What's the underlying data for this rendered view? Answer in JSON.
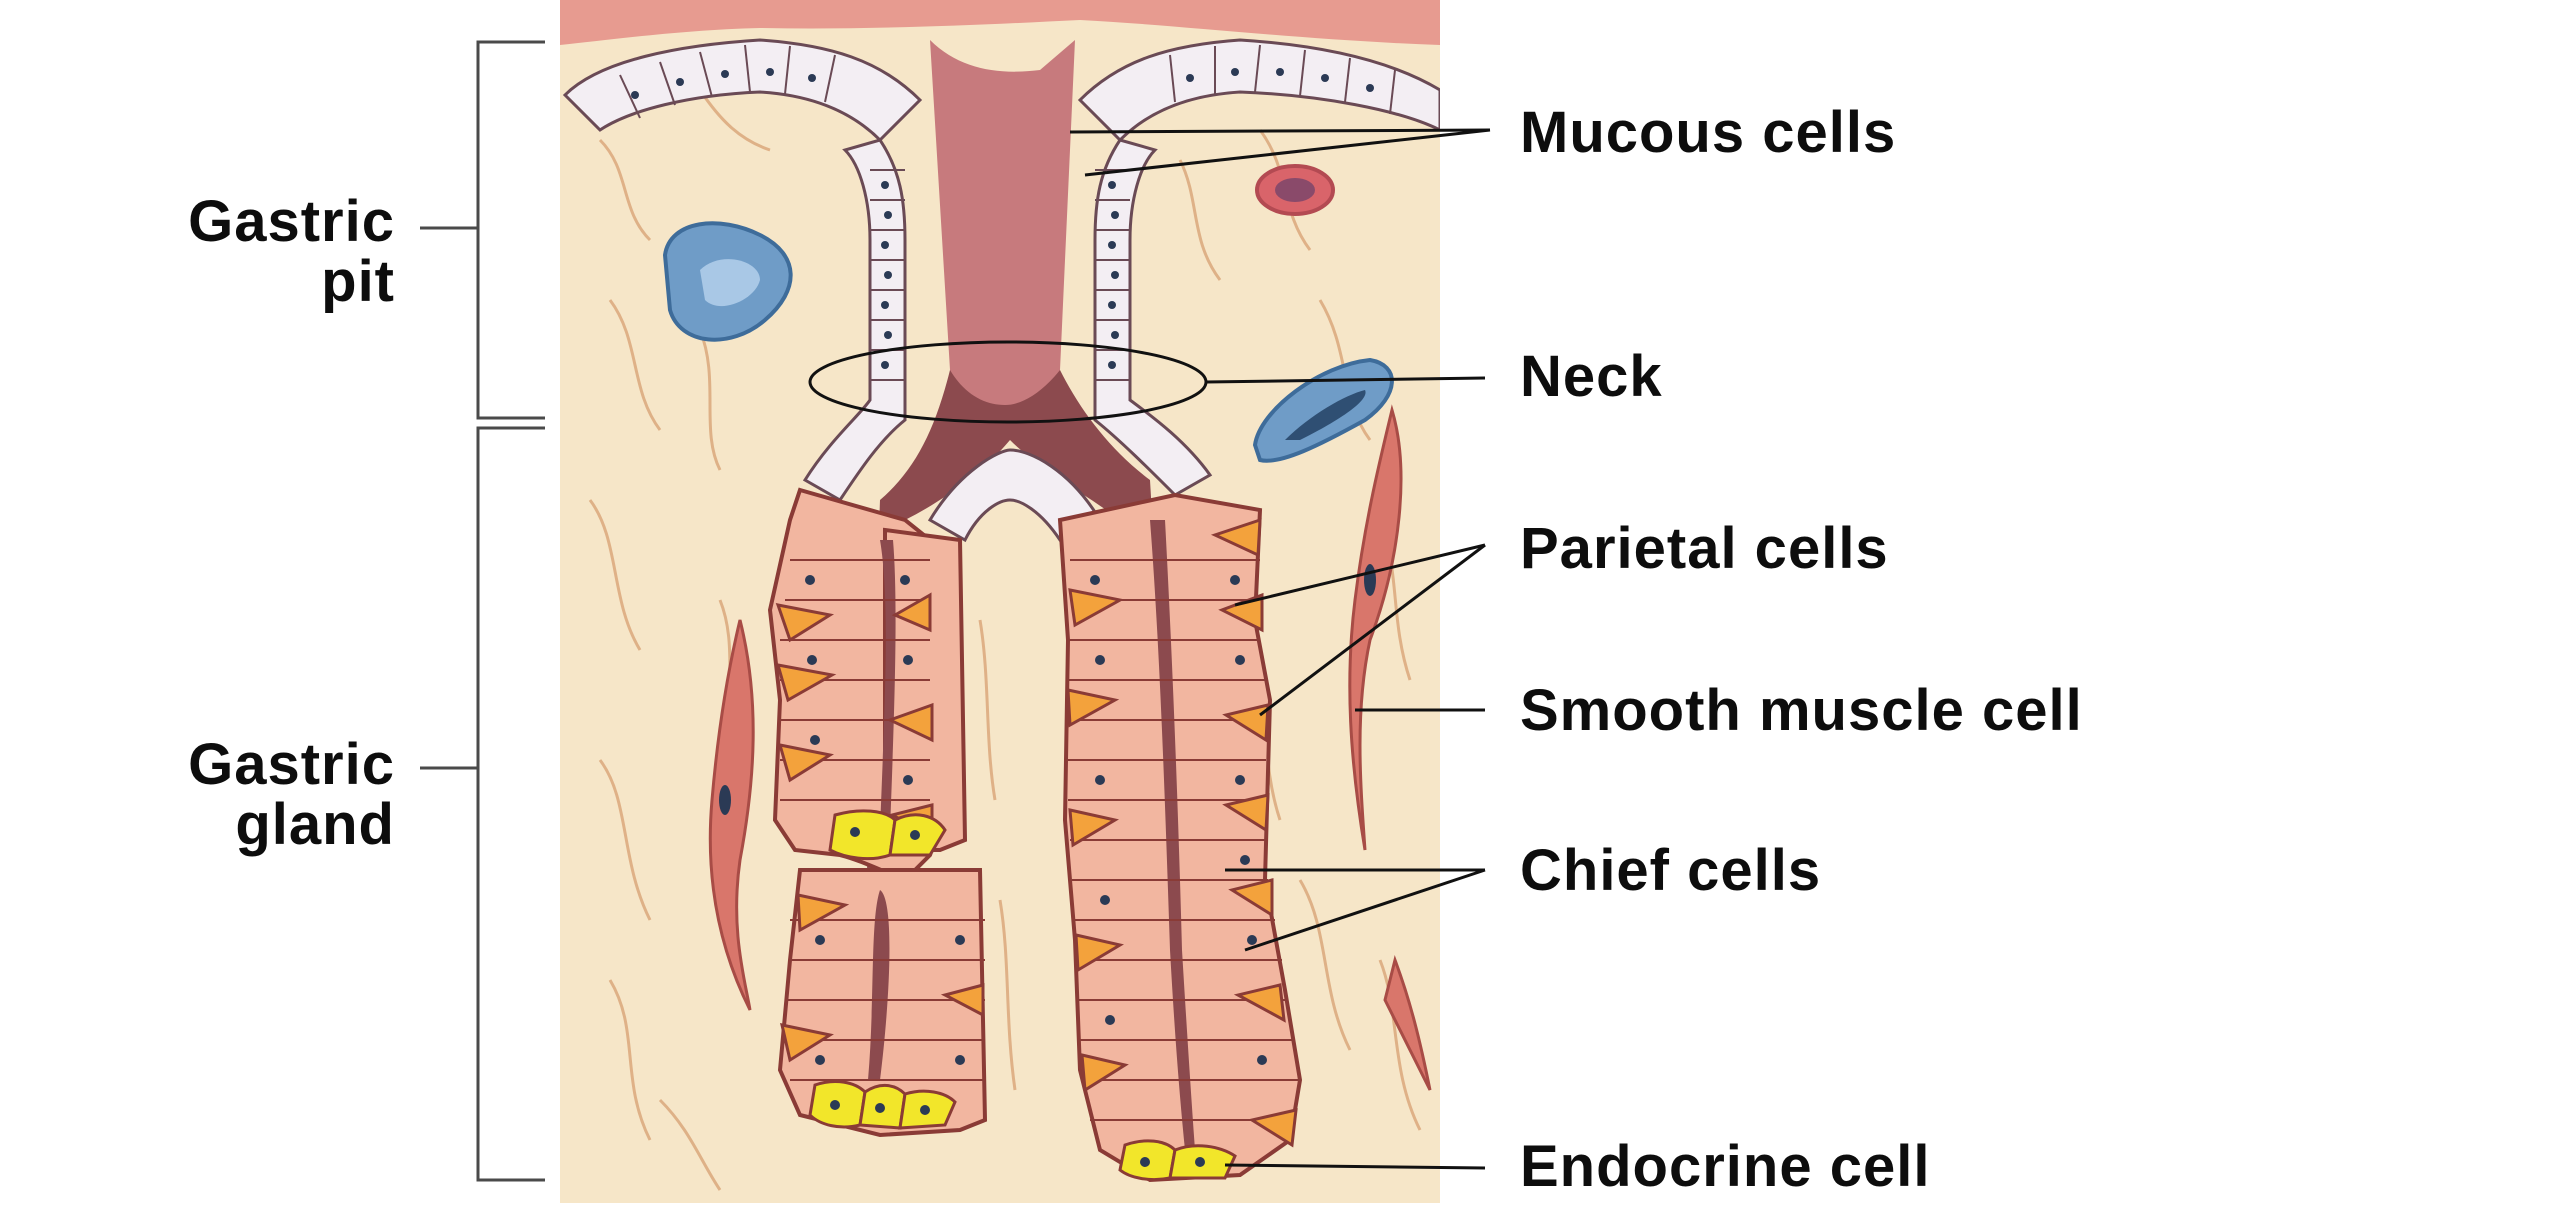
{
  "labels": {
    "gastric_pit": [
      "Gastric",
      "pit"
    ],
    "gastric_gland": [
      "Gastric",
      "gland"
    ],
    "mucous_cells": "Mucous cells",
    "neck": "Neck",
    "parietal_cells": "Parietal cells",
    "smooth_muscle_cell": "Smooth muscle cell",
    "chief_cells": "Chief cells",
    "endocrine_cell": "Endocrine cell"
  },
  "colors": {
    "connective_tissue": "#f6e6c8",
    "fiber": "#d9a477",
    "lumen": "#8c4a4e",
    "mucous_cell": "#f3eef3",
    "parietal_chief_cell": "#f2b6a0",
    "parietal_accent": "#f3a23c",
    "endocrine_cell": "#f2e62a",
    "vein": "#6f9cc7",
    "artery": "#d9646a",
    "muscle": "#d9766b",
    "surface": "#e79b90"
  }
}
